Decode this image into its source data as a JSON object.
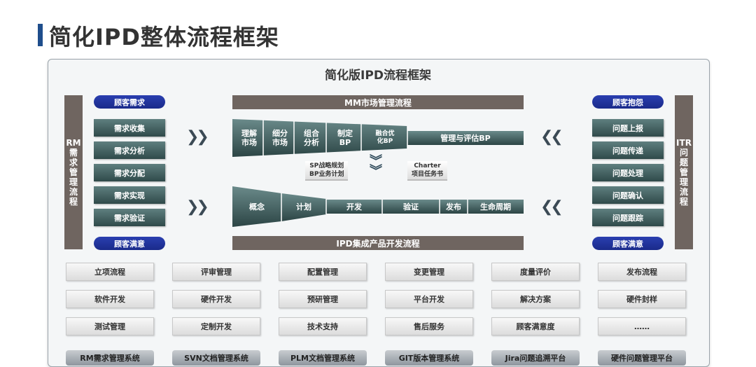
{
  "header": {
    "title": "简化IPD整体流程框架"
  },
  "frame": {
    "title": "简化版IPD流程框架"
  },
  "left_bar": {
    "chars": [
      "RM",
      "需",
      "求",
      "管",
      "理",
      "流",
      "程"
    ]
  },
  "right_bar": {
    "chars": [
      "ITR",
      "问",
      "题",
      "管",
      "理",
      "流",
      "程"
    ]
  },
  "left": {
    "top_pill": "顾客需求",
    "bottom_pill": "顾客满意",
    "items": [
      "需求收集",
      "需求分析",
      "需求分配",
      "需求实现",
      "需求验证"
    ]
  },
  "right": {
    "top_pill": "顾客抱怨",
    "bottom_pill": "顾客满意",
    "items": [
      "问题上报",
      "问题传递",
      "问题处理",
      "问题确认",
      "问题跟踪"
    ]
  },
  "mm": {
    "title": "MM市场管理流程",
    "stages": [
      "理解\n市场",
      "细分\n市场",
      "组合\n分析",
      "制定\nBP",
      "融合优\n化BP",
      "管理与评估BP"
    ]
  },
  "middle": {
    "left_label": "SP战略规划\nBP业务计划",
    "right_label": "Charter\n项目任务书"
  },
  "ipd": {
    "title": "IPD集成产品开发流程",
    "stages": [
      "概念",
      "计划",
      "开发",
      "验证",
      "发布",
      "生命周期"
    ]
  },
  "grid": [
    [
      "立项流程",
      "评审管理",
      "配置管理",
      "变更管理",
      "度量评价",
      "发布流程"
    ],
    [
      "软件开发",
      "硬件开发",
      "预研管理",
      "平台开发",
      "解决方案",
      "硬件封样"
    ],
    [
      "测试管理",
      "定制开发",
      "技术支持",
      "售后服务",
      "顾客满意度",
      "……"
    ]
  ],
  "systems": [
    "RM需求管理系统",
    "SVN文档管理系统",
    "PLM文档管理系统",
    "GIT版本管理系统",
    "Jira问题追溯平台",
    "硬件问题管理平台"
  ],
  "colors": {
    "accent": "#1f4e8c",
    "pill": "#1a2a8a",
    "teal": "#2f4a4a",
    "brown": "#6f6560"
  }
}
